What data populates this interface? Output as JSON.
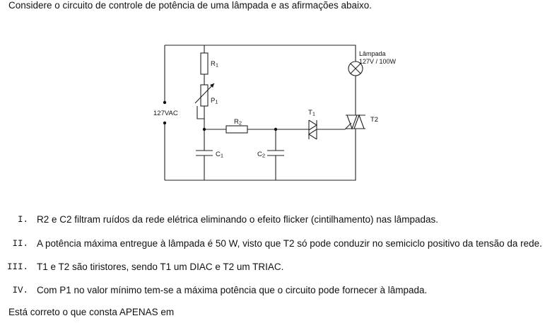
{
  "question": {
    "intro": "Considere o circuito de controle de potência de uma lâmpada e as afirmações abaixo.",
    "statements": [
      {
        "numeral": "I.",
        "text": "R2 e C2 filtram ruídos da rede elétrica eliminando o efeito flicker (cintilhamento) nas lâmpadas."
      },
      {
        "numeral": "II.",
        "text": "A potência máxima entregue à lâmpada é 50 W, visto que T2 só pode conduzir no semiciclo positivo da tensão da rede."
      },
      {
        "numeral": "III.",
        "text": "T1 e T2 são tiristores, sendo T1 um DIAC e T2 um TRIAC."
      },
      {
        "numeral": "IV.",
        "text": "Com P1 no valor mínimo tem-se a máxima potência que o circuito pode fornecer à lâmpada."
      }
    ],
    "closing": "Está correto o que consta APENAS em"
  },
  "circuit": {
    "supply_label": "127VAC",
    "r1_label": "R",
    "r1_sub": "1",
    "p1_label": "P",
    "p1_sub": "1",
    "r2_label": "R",
    "r2_sub": "2",
    "c1_label": "C",
    "c1_sub": "1",
    "c2_label": "C",
    "c2_sub": "2",
    "t1_label": "T",
    "t1_sub": "1",
    "t2_label": "T2",
    "lamp_label": "Lâmpada",
    "lamp_rating": "127V / 100W"
  }
}
